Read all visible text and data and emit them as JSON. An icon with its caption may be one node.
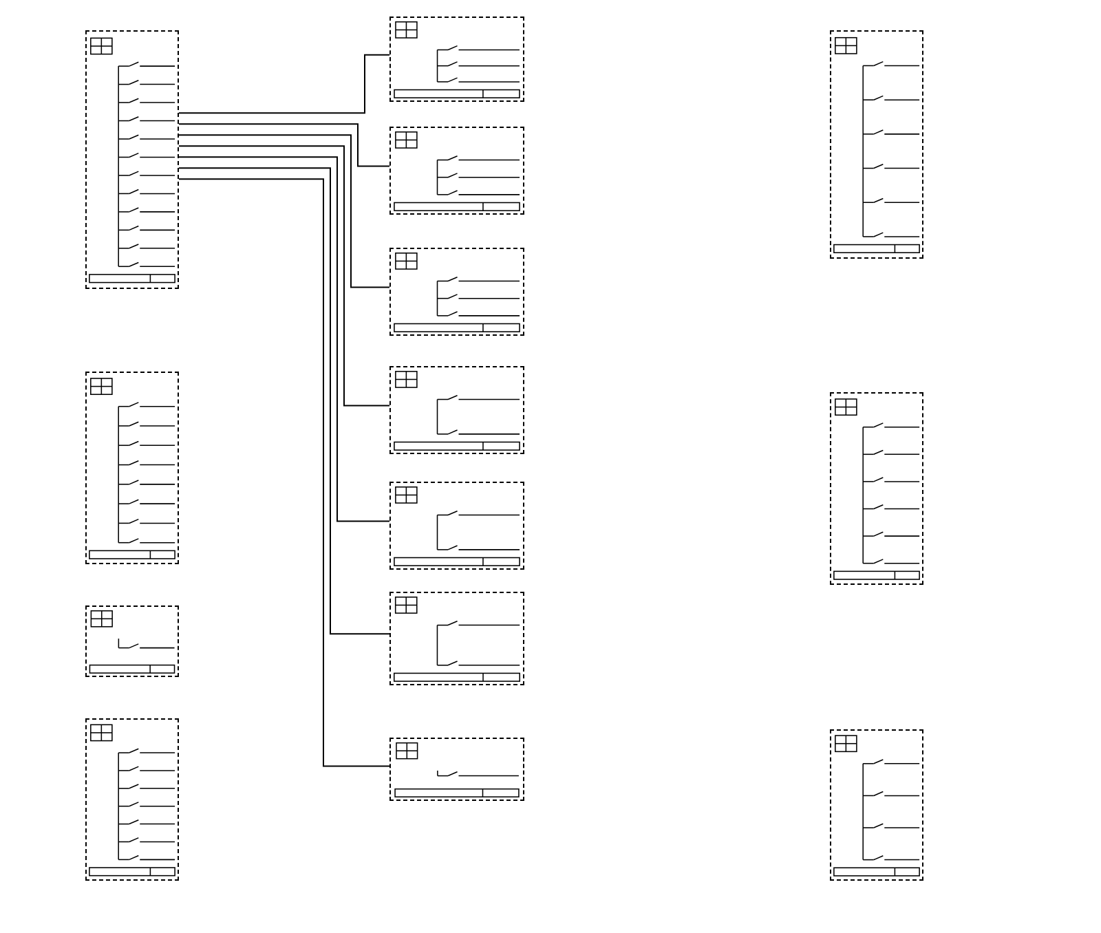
{
  "diagram": {
    "nodes": [
      {
        "text": [],
        "shape": "box"
      },
      {
        "text": [],
        "shape": "box"
      },
      {
        "text": [],
        "shape": "box"
      },
      {
        "text": [],
        "shape": "box"
      },
      {
        "text": [],
        "shape": "box"
      },
      {
        "text": [],
        "shape": "box"
      },
      {
        "text": [],
        "shape": "box"
      },
      {
        "text": [],
        "shape": "box"
      },
      {
        "text": [],
        "shape": "box"
      },
      {
        "text": [],
        "shape": "box"
      },
      {
        "text": [],
        "shape": "box"
      },
      {
        "text": [],
        "shape": "box"
      },
      {
        "text": [],
        "shape": "box"
      },
      {
        "text": [],
        "shape": "box"
      }
    ],
    "edges": [
      {
        "from": 0,
        "to": 4,
        "arrow": "none"
      },
      {
        "from": 0,
        "to": 5,
        "arrow": "none"
      },
      {
        "from": 0,
        "to": 6,
        "arrow": "none"
      },
      {
        "from": 0,
        "to": 7,
        "arrow": "none"
      },
      {
        "from": 0,
        "to": 8,
        "arrow": "none"
      },
      {
        "from": 0,
        "to": 9,
        "arrow": "none"
      },
      {
        "from": 0,
        "to": 10,
        "arrow": "none"
      }
    ]
  }
}
